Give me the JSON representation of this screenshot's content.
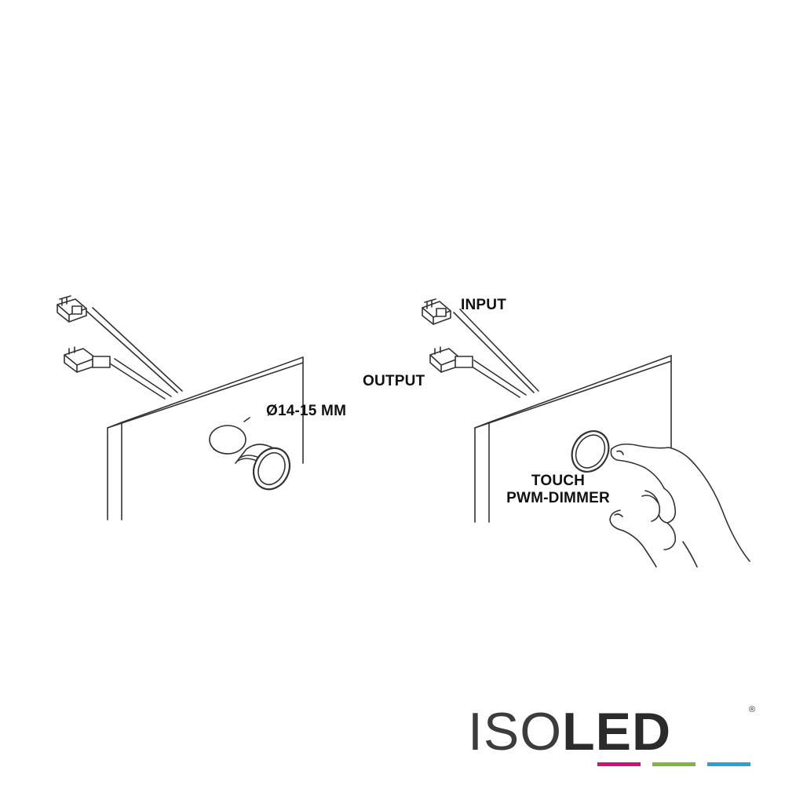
{
  "labels": {
    "diameter": "Ø14-15 MM",
    "input": "INPUT",
    "output": "OUTPUT",
    "touch_line1": "TOUCH",
    "touch_line2": "PWM-DIMMER"
  },
  "brand": {
    "name_light": "ISO",
    "name_bold": "LED",
    "registered": "®",
    "bar_colors": [
      "#d2127c",
      "#7fb640",
      "#29a3d6"
    ]
  },
  "colors": {
    "line": "#333333",
    "background": "#ffffff"
  },
  "icons": [
    "connector-plug-icon",
    "finger-hand-icon",
    "registered-icon"
  ]
}
